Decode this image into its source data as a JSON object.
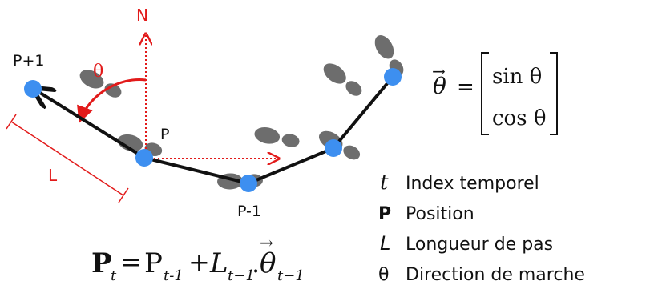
{
  "colors": {
    "footprint": "#6d6d6d",
    "track_point": "#3d8ff0",
    "path": "#111111",
    "annotation": "#e21a1a",
    "text": "#111111"
  },
  "labels": {
    "north": "N",
    "theta": "θ",
    "step_length": "L",
    "p_next": "P+1",
    "p_current": "P",
    "p_prev": "P-1"
  },
  "vector_formula": {
    "vec": "θ",
    "arrow": "→",
    "equals": "=",
    "row1": "sin θ",
    "row2": "cos θ"
  },
  "update_formula": {
    "lhs": "P",
    "lhs_sub": "t",
    "equals": "=",
    "p": "P",
    "p_sub": "t-1",
    "plus": "+",
    "l": "L",
    "l_sub": "t−1",
    "dot": ".",
    "theta": "θ",
    "theta_sub": "t−1",
    "arrow": "→"
  },
  "legend": [
    {
      "symbol": "t",
      "text": "Index temporel"
    },
    {
      "symbol": "P",
      "text": "Position"
    },
    {
      "symbol": "L",
      "text": "Longueur de pas"
    },
    {
      "symbol": "θ",
      "text": "Direction de marche"
    }
  ]
}
